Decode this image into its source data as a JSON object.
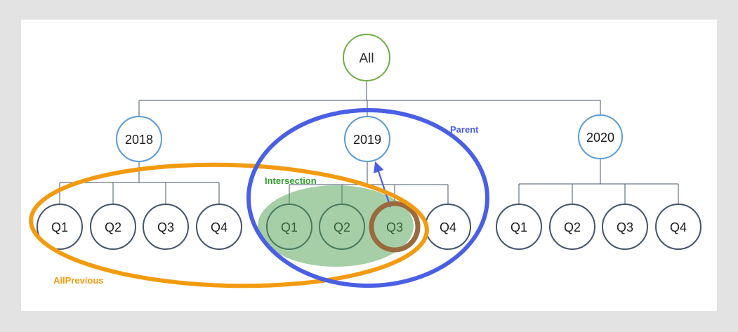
{
  "diagram": {
    "root": {
      "label": "All"
    },
    "years": [
      {
        "label": "2018",
        "quarters": [
          "Q1",
          "Q2",
          "Q3",
          "Q4"
        ]
      },
      {
        "label": "2019",
        "quarters": [
          "Q1",
          "Q2",
          "Q3",
          "Q4"
        ]
      },
      {
        "label": "2020",
        "quarters": [
          "Q1",
          "Q2",
          "Q3",
          "Q4"
        ]
      }
    ],
    "annotations": {
      "parent": {
        "label": "Parent",
        "color": "#4A5FE3"
      },
      "intersection": {
        "label": "Intersection",
        "color": "#2F9E2F",
        "fill": "#4E9F50"
      },
      "all_previous": {
        "label": "AllPrevious",
        "color": "#F39B10"
      },
      "highlighted_node": {
        "year": "2019",
        "quarter": "Q3",
        "ring_color": "#9A6A3E"
      }
    },
    "colors": {
      "root_stroke": "#70AD47",
      "year_stroke": "#5B9BD5",
      "quarter_stroke": "#44546A",
      "connector": "#44546A",
      "page_bg": "#E3E3E3",
      "canvas_bg": "#FFFFFF"
    }
  }
}
